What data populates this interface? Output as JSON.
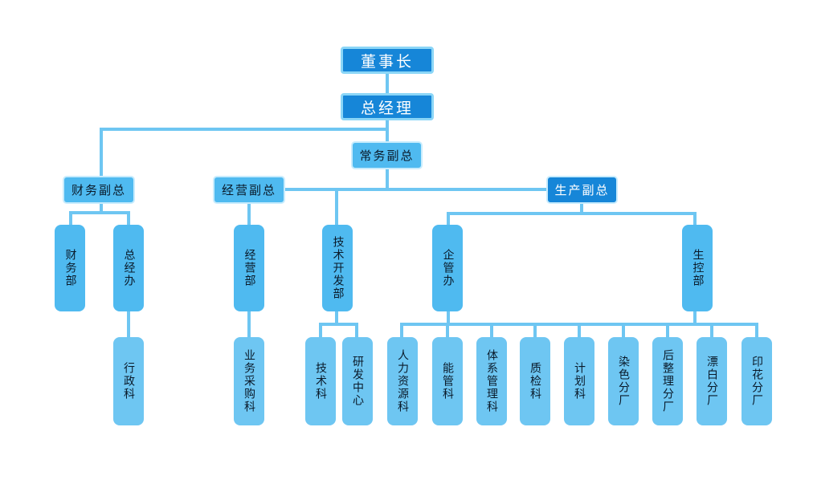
{
  "chairman": "董事长",
  "gm": "总经理",
  "exec_vp": "常务副总",
  "vps": {
    "finance": "财务副总",
    "operations": "经营副总",
    "production": "生产副总"
  },
  "departments": {
    "finance_dept": "财务部",
    "gm_office": "总经办",
    "operations_dept": "经营部",
    "tech_dev_dept": "技术开发部",
    "enterprise_office": "企管办",
    "production_control_dept": "生控部"
  },
  "units": {
    "admin_section": "行政科",
    "purchasing_section": "业务采购科",
    "tech_section": "技术科",
    "rd_center": "研发中心",
    "hr_section": "人力资源科",
    "energy_section": "能管科",
    "system_mgmt_section": "体系管理科",
    "qc_section": "质检科",
    "planning_section": "计划科",
    "dyeing_branch": "染色分厂",
    "finishing_branch": "后整理分厂",
    "bleaching_branch": "漂白分厂",
    "printing_branch": "印花分厂"
  },
  "colors": {
    "line": "#6ec6f2",
    "dark_box": "#1686d8",
    "mid_box": "#4fbaf0",
    "light_box": "#6ec6f2"
  }
}
